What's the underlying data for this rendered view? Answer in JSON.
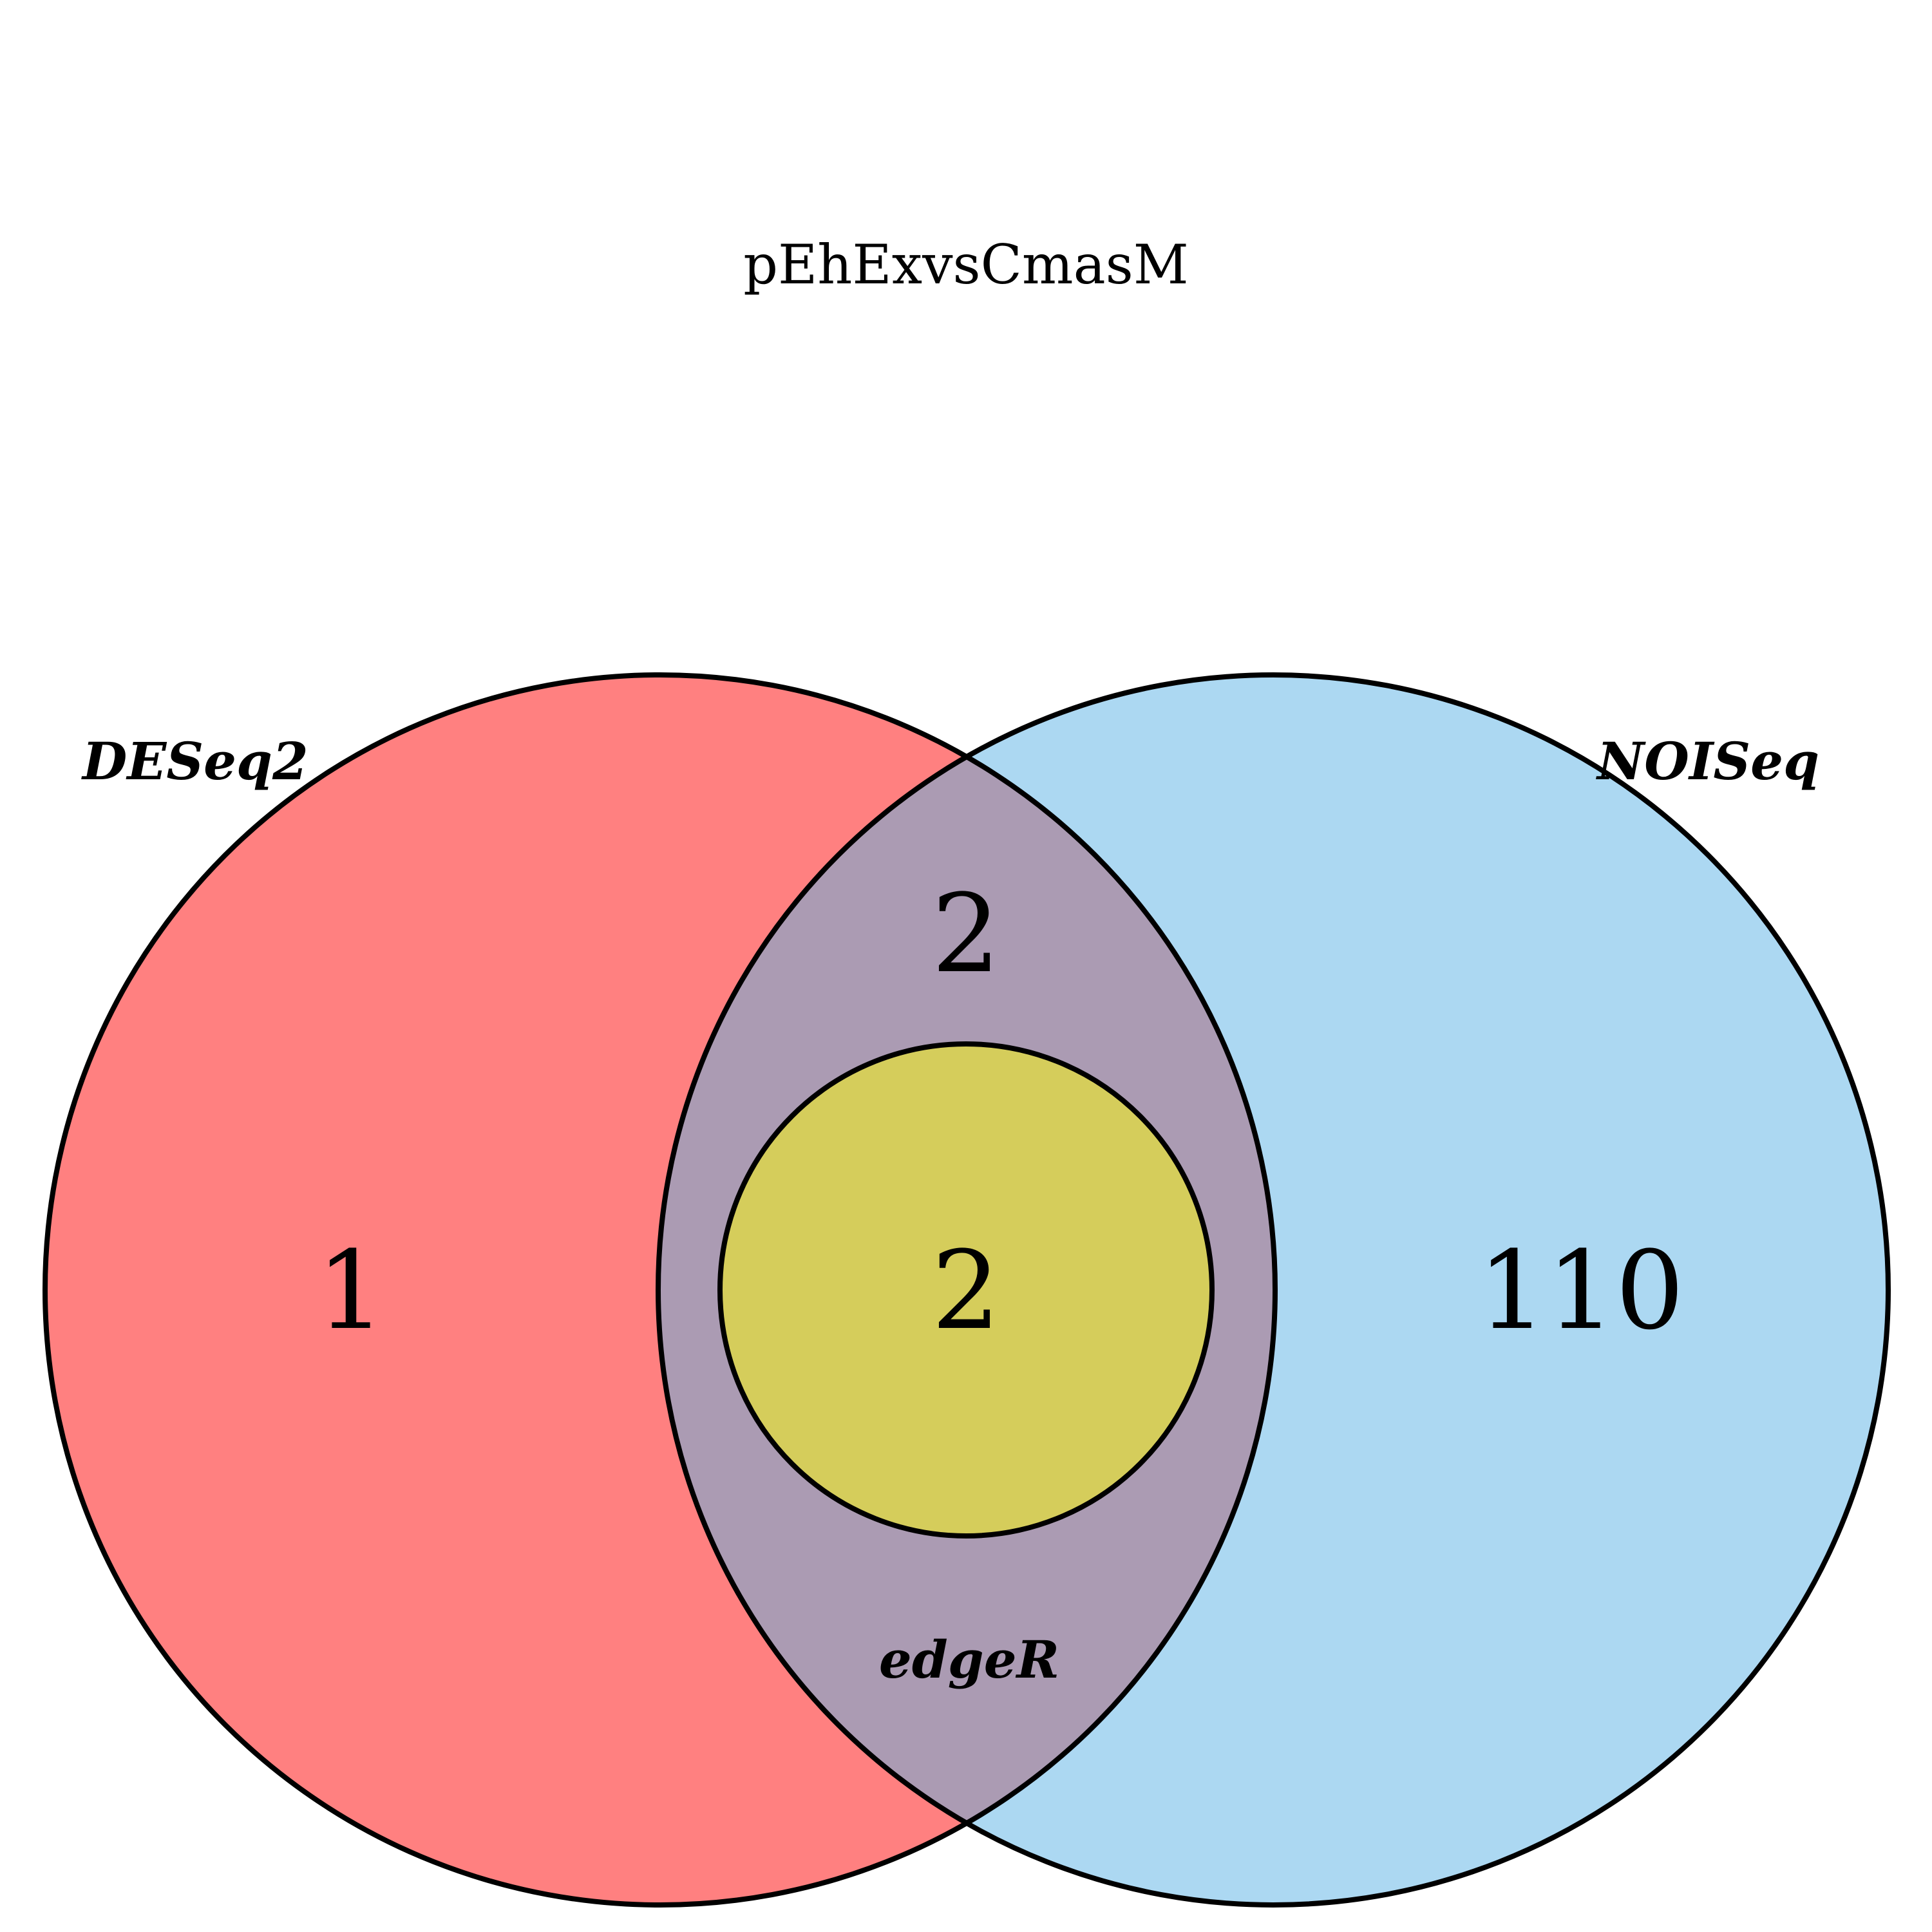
{
  "title": "pEhExvsCmasM",
  "sets": {
    "deseq2": {
      "label": "DESeq2",
      "color": "#ff8080"
    },
    "noiseq": {
      "label": "NOISeq",
      "color": "#acd8f2"
    },
    "edger": {
      "label": "edgeR",
      "color": "#d5cd5b"
    }
  },
  "overlap_color": "#ab9bb3",
  "counts": {
    "deseq2_only": "1",
    "deseq2_noiseq": "2",
    "all_three": "2",
    "noiseq_only": "110"
  }
}
